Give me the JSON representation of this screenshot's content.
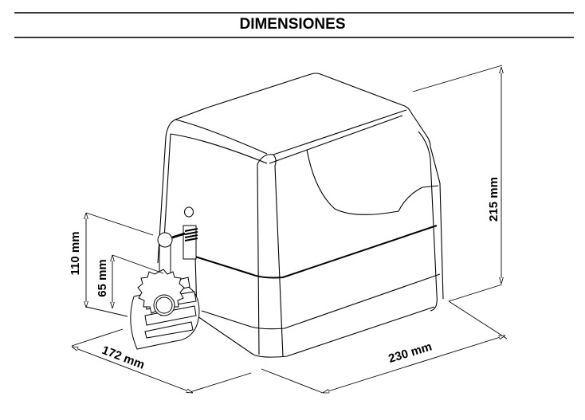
{
  "header": {
    "title": "DIMENSIONES"
  },
  "diagram": {
    "subject": "sliding gate motor housing with drive pinion",
    "dimensions": {
      "height": "215 mm",
      "depth": "230 mm",
      "width": "172 mm",
      "pinion_axis_height": "110 mm",
      "pinion_base_height": "65 mm"
    }
  }
}
